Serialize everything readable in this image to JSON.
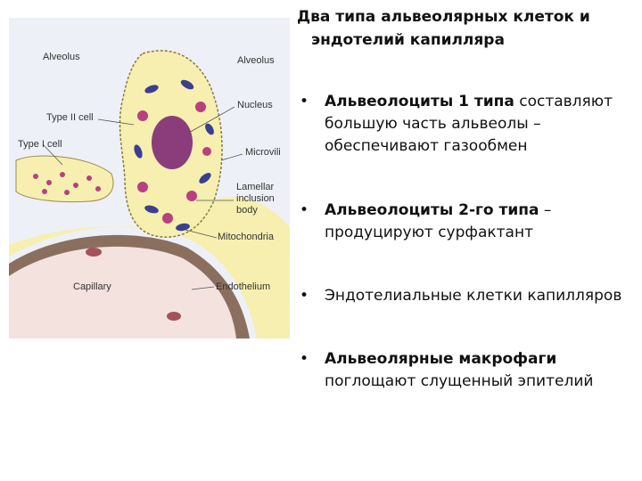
{
  "figure": {
    "labels": {
      "alveolus_left": "Alveolus",
      "alveolus_right": "Alveolus",
      "type2": "Type II cell",
      "type1": "Type I cell",
      "nucleus": "Nucleus",
      "microvilli": "Microvili",
      "lamellar": "Lamellar inclusion body",
      "mitochondria": "Mitochondria",
      "capillary": "Capillary",
      "endothelium": "Endothelium"
    }
  },
  "slide": {
    "title_line1": "Два типа альвеолярных клеток и",
    "title_line2": "эндотелий капилляра",
    "bullets": [
      {
        "bold": "Альвеолоциты 1 типа",
        "rest": " составляют большую часть альвеолы – обеспечивают газообмен"
      },
      {
        "bold": "Альвеолоциты 2-го типа",
        "rest": " – продуцируют сурфактант"
      },
      {
        "bold": "",
        "rest": "Эндотелиальные клетки капилляров"
      },
      {
        "bold": "Альвеолярные макрофаги",
        "rest": " поглощают слущенный эпителий"
      }
    ],
    "bullet_char": "•"
  },
  "colors": {
    "alveolus_bg": "#eef0f7",
    "cytoplasm": "#f6efb0",
    "capillary": "#f4e2df",
    "endothelium": "#8b6f5e",
    "nucleus": "#8a3d7a",
    "mitochondria": "#3b3f8f",
    "lamellar": "#b8407f"
  }
}
